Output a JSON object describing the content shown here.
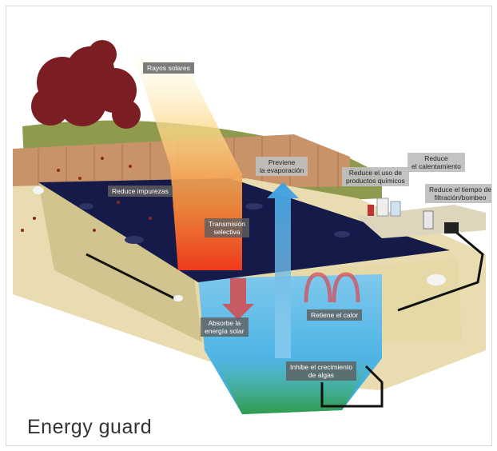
{
  "labels": {
    "rayos": "Rayos solares",
    "impurezas": "Reduce impurezas",
    "transmision": "Transmisión\nselectiva",
    "previene": "Previene\nla evaporación",
    "quimicos": "Reduce el uso de\nproductos químicos",
    "calentamiento": "Reduce\nel calentamiento",
    "filtracion": "Reduce el tiempo de\nfiltración/bombeo",
    "absorbe": "Absorbe la\nenergía solar",
    "retiene": "Retiene el calor",
    "algas": "Inhibe el crecimiento\nde algas"
  },
  "caption": "Energy guard"
}
